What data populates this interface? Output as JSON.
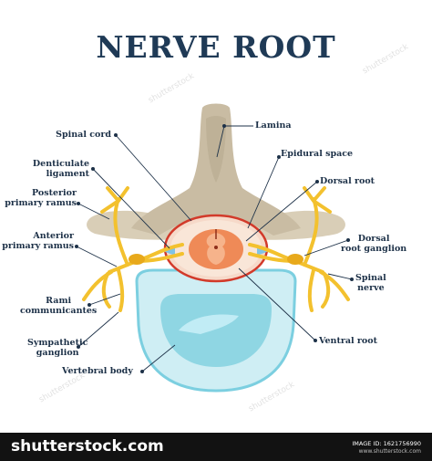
{
  "title": "NERVE ROOT",
  "colors": {
    "title": "#1f3a56",
    "label": "#1d3148",
    "bone": "#c9bca3",
    "nerve": "#f3c12e",
    "spinal_cord": "#ef8a57",
    "vertebral_body": "#8fd6e3"
  },
  "labels": {
    "spinal_cord": "Spinal cord",
    "lamina": "Lamina",
    "denticulate_ligament": [
      "Denticulate",
      "ligament"
    ],
    "epidural_space": "Epidural space",
    "dorsal_root": "Dorsal root",
    "posterior_primary_ramus": [
      "Posterior",
      "primary ramus"
    ],
    "anterior_primary_ramus": [
      "Anterior",
      "primary ramus"
    ],
    "dorsal_root_ganglion": [
      "Dorsal",
      "root ganglion"
    ],
    "spinal_nerve": [
      "Spinal",
      "nerve"
    ],
    "rami_communicantes": [
      "Rami",
      "communicantes"
    ],
    "ventral_root": "Ventral root",
    "sympathetic_ganglion": [
      "Sympathetic",
      "ganglion"
    ],
    "vertebral_body": "Vertebral body"
  },
  "watermark": "shutterstock",
  "footer": {
    "brand": "shutterstock.com",
    "image_id": "IMAGE ID: 1621756990",
    "site": "www.shutterstock.com"
  }
}
